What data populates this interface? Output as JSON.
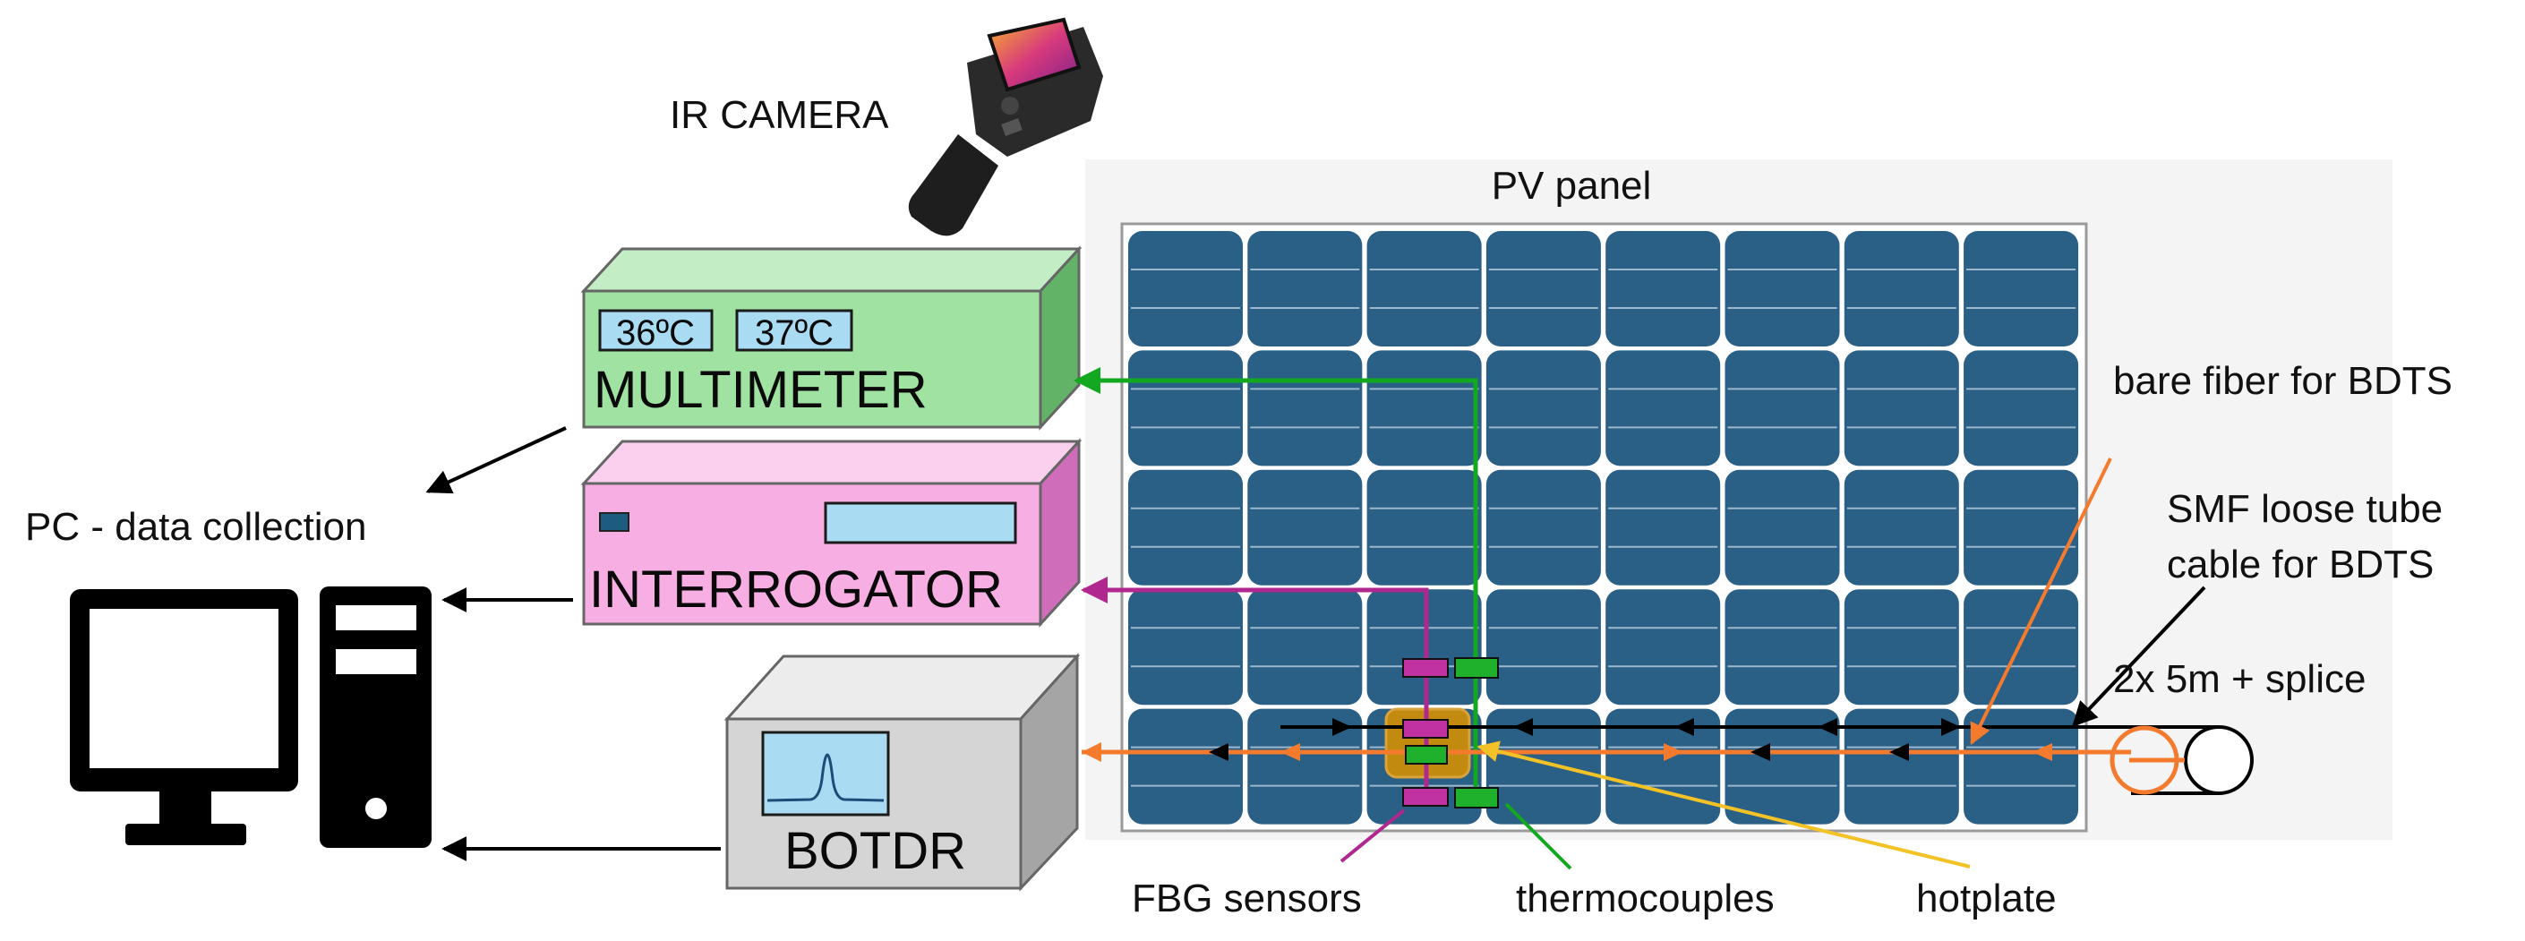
{
  "labels": {
    "ir_camera": "IR CAMERA",
    "pv_panel": "PV panel",
    "pc": "PC - data collection",
    "bare_fiber": "bare fiber for BDTS",
    "smf_line1": "SMF loose tube",
    "smf_line2": "cable for BDTS",
    "splice": "2x 5m + splice",
    "fbg": "FBG sensors",
    "thermocouples": "thermocouples",
    "hotplate": "hotplate"
  },
  "devices": {
    "multimeter": {
      "title": "MULTIMETER",
      "reading1": "36ºC",
      "reading2": "37ºC"
    },
    "interrogator": {
      "title": "INTERROGATOR"
    },
    "botdr": {
      "title": "BOTDR"
    }
  },
  "colors": {
    "fbg_line": "#b0288f",
    "thermocouple_line": "#12a81f",
    "fiber_orange": "#f47a2d",
    "smf_cable": "#000000",
    "hotplate_pointer": "#f3c226",
    "pv_cell": "#2a5f86",
    "multimeter_box": "#9fe2a1",
    "interrogator_box": "#f7aee2",
    "botdr_box": "#d5d5d5"
  }
}
